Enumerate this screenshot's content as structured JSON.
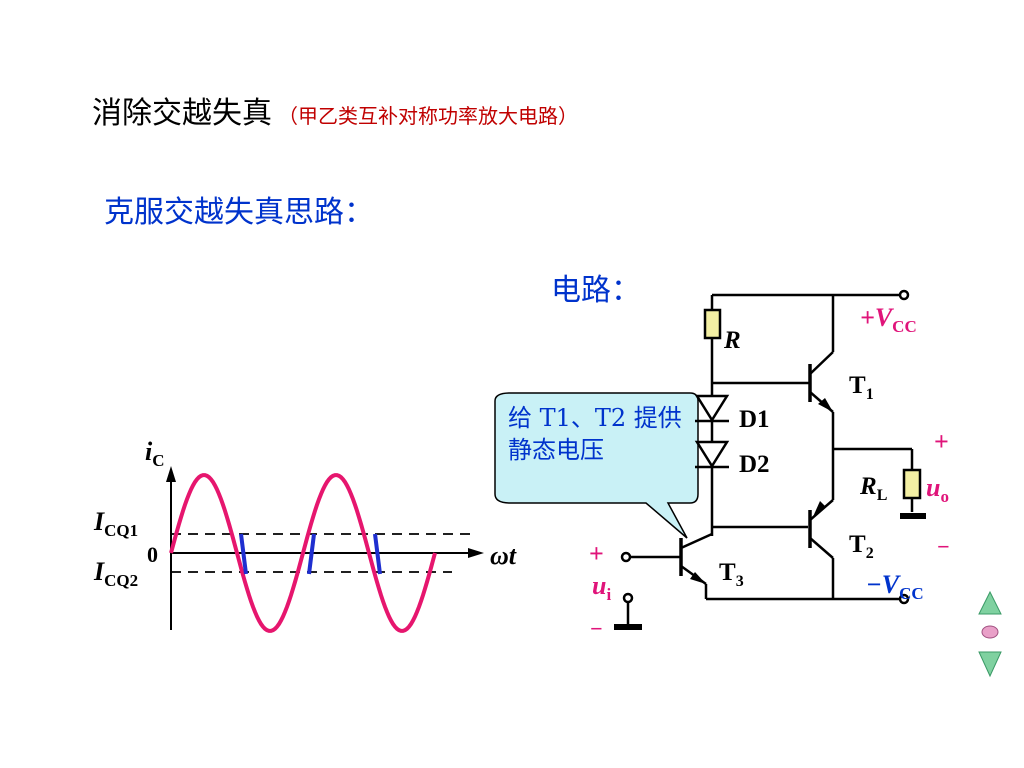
{
  "title": {
    "main": "消除交越失真",
    "sub": "（甲乙类互补对称功率放大电路）"
  },
  "heading": "克服交越失真思路：",
  "circuit_label": "电路：",
  "callout": {
    "text": "给 T1、T2 提供静态电压"
  },
  "waveform": {
    "y_label": "i",
    "y_label_sub": "C",
    "x_label": "ωt",
    "origin": "0",
    "icq1": "I",
    "icq1_sub": "CQ1",
    "icq2": "I",
    "icq2_sub": "CQ2",
    "colors": {
      "sine": "#e6166e",
      "dead_zone": "#1f2fd0",
      "axis": "#000000"
    }
  },
  "circuit": {
    "vcc_pos": {
      "sign": "+V",
      "sub": "CC"
    },
    "vcc_neg": {
      "sign": "−V",
      "sub": "CC"
    },
    "r": "R",
    "d1": "D1",
    "d2": "D2",
    "t1": "T",
    "t1_sub": "1",
    "t2": "T",
    "t2_sub": "2",
    "t3": "T",
    "t3_sub": "3",
    "rl": "R",
    "rl_sub": "L",
    "uo": "u",
    "uo_sub": "o",
    "ui": "u",
    "ui_sub": "i",
    "plus": "+",
    "minus": "−"
  }
}
